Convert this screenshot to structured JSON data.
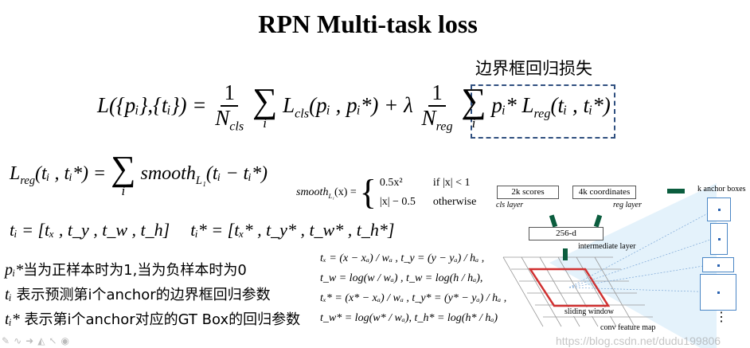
{
  "title": "RPN Multi-task loss",
  "box_label": "边界框回归损失",
  "main_formula": {
    "lhs": "L({pᵢ},{tᵢ}) =",
    "one": "1",
    "ncls": "N",
    "cls": "cls",
    "i": "i",
    "term1": "L",
    "term1_sub": "cls",
    "term1_args": "(pᵢ , pᵢ*) + λ",
    "nreg": "N",
    "reg": "reg",
    "term2": "pᵢ* L",
    "term2_sub": "reg",
    "term2_args": "(tᵢ , tᵢ*)"
  },
  "lreg_formula": {
    "lhs": "L",
    "lhs_sub": "reg",
    "lhs_args": "(tᵢ , tᵢ*) =",
    "i": "i",
    "rhs": "smooth",
    "rhs_sub": "L₁",
    "rhs_args": "(tᵢ − tᵢ*)"
  },
  "t_vectors": {
    "t": "tᵢ = [tₓ , t_y , t_w , t_h]",
    "t_star": "tᵢ* = [tₓ* , t_y* , t_w* , t_h*]"
  },
  "smooth_def": {
    "lhs": "smooth",
    "lhs_sub": "L₁",
    "lhs_args": "(x) =",
    "case1": "0.5x²",
    "cond1": "if |x| < 1",
    "case2": "|x| − 0.5",
    "cond2": "otherwise"
  },
  "descriptions": [
    {
      "sym": "pᵢ*",
      "text": "当为正样本时为1,当为负样本时为0"
    },
    {
      "sym": "tᵢ",
      "text": " 表示预测第i个anchor的边界框回归参数"
    },
    {
      "sym": "tᵢ*",
      "text": " 表示第i个anchor对应的GT Box的回归参数"
    }
  ],
  "param_formulas": [
    "tₓ = (x − xₐ) / wₐ ,   t_y = (y − yₐ) / hₐ ,",
    "t_w = log(w / wₐ) ,   t_w = log(h / hₐ),",
    "tₓ* = (x* − xₐ) / wₐ , t_y* = (y* − yₐ) / hₐ ,",
    "t_w* = log(w* / wₐ),  t_h* = log(h* / hₐ)"
  ],
  "diagram": {
    "scores": "2k scores",
    "coords": "4k coordinates",
    "cls_layer": "cls layer",
    "reg_layer": "reg layer",
    "dim": "256-d",
    "intermediate": "intermediate layer",
    "sliding": "sliding window",
    "feature_map": "conv feature map",
    "anchors": "k anchor boxes",
    "ellipsis": "⋮"
  },
  "watermark": "https://blog.csdn.net/dudu199806",
  "colors": {
    "dashed_box": "#2f4f7f",
    "arrow": "#0b5d3e",
    "window": "#d03030",
    "anchor": "#4a86c5"
  }
}
